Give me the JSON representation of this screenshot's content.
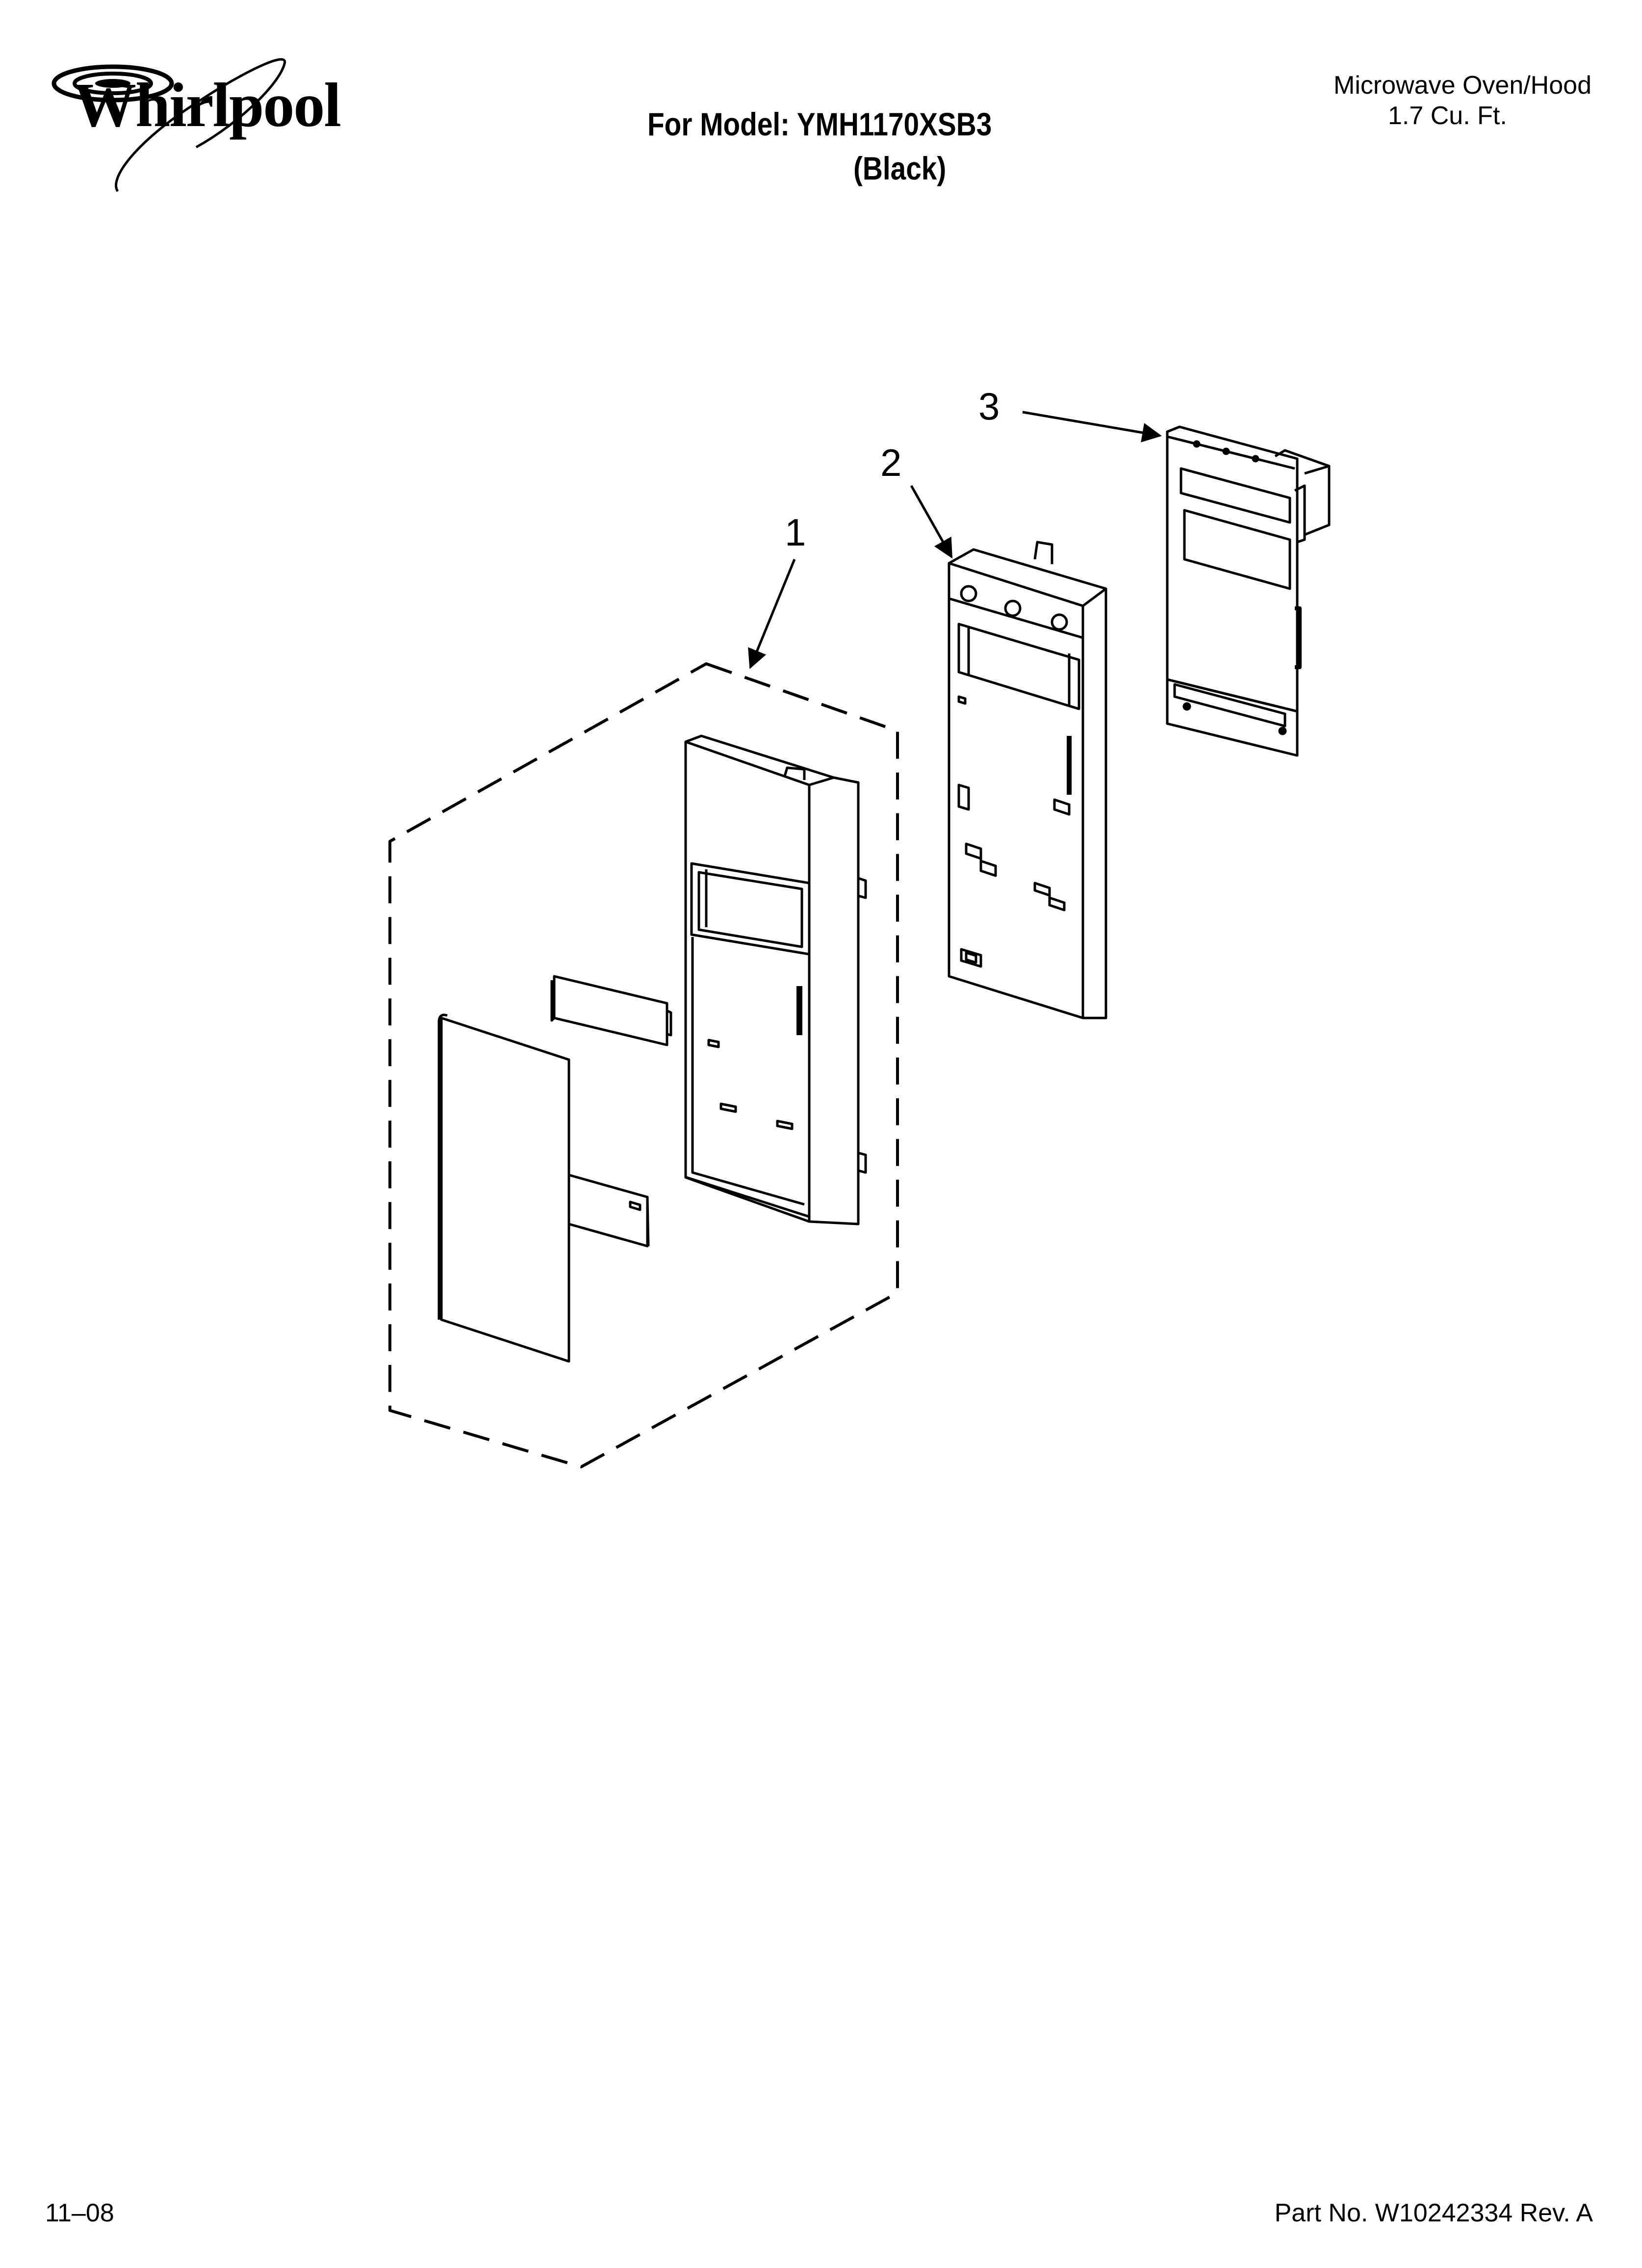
{
  "header": {
    "brand": "Whirlpool",
    "model_line": "For Model: YMH1170XSB3",
    "color_line": "(Black)",
    "product_type": "Microwave Oven/Hood",
    "capacity": "1.7 Cu. Ft."
  },
  "callouts": [
    "1",
    "2",
    "3"
  ],
  "footer": {
    "date_code": "11–08",
    "part_number": "Part No. W10242334 Rev. A"
  }
}
